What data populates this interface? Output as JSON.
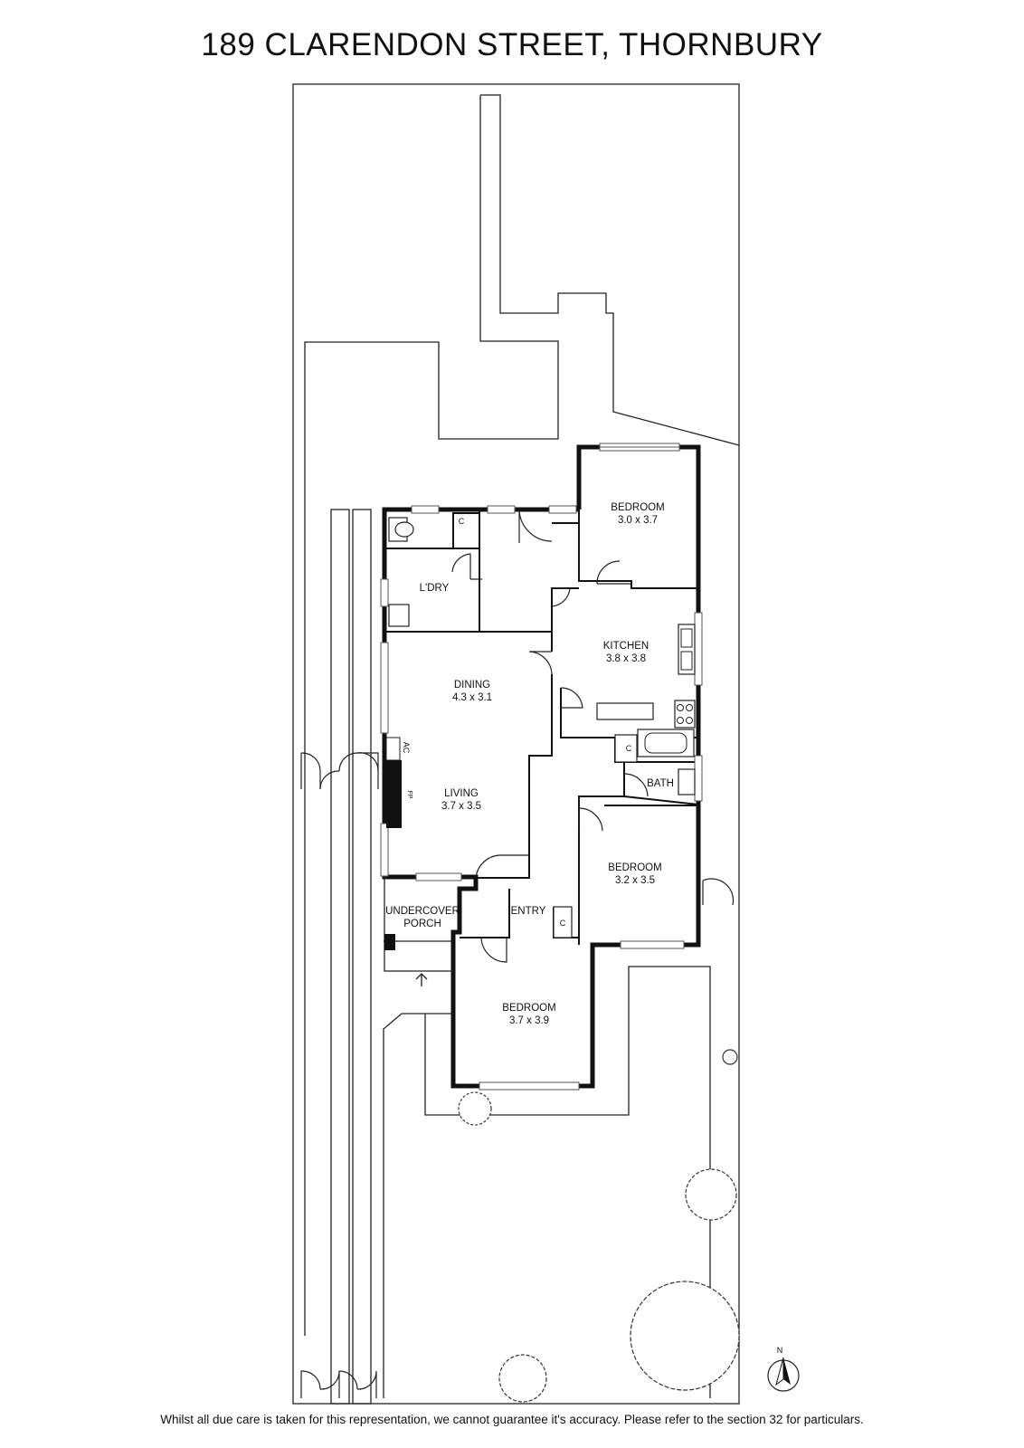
{
  "title": "189 CLARENDON STREET, THORNBURY",
  "disclaimer": "Whilst all due care is taken for this representation, we cannot guarantee it's accuracy. Please refer to the section 32 for particulars.",
  "rooms": {
    "bedroom1": {
      "name": "BEDROOM",
      "size": "3.0 x 3.7"
    },
    "laundry": {
      "name": "L'DRY"
    },
    "kitchen": {
      "name": "KITCHEN",
      "size": "3.8 x 3.8"
    },
    "dining": {
      "name": "DINING",
      "size": "4.3 x 3.1"
    },
    "living": {
      "name": "LIVING",
      "size": "3.7 x 3.5"
    },
    "bath": {
      "name": "BATH"
    },
    "bedroom2": {
      "name": "BEDROOM",
      "size": "3.2 x 3.5"
    },
    "porch_line1": "UNDERCOVER",
    "porch_line2": "PORCH",
    "entry": {
      "name": "ENTRY"
    },
    "bedroom3": {
      "name": "BEDROOM",
      "size": "3.7 x 3.9"
    }
  },
  "marks": {
    "cupboard": "C",
    "air_conditioner": "AC",
    "fireplace": "FP",
    "north": "N"
  }
}
